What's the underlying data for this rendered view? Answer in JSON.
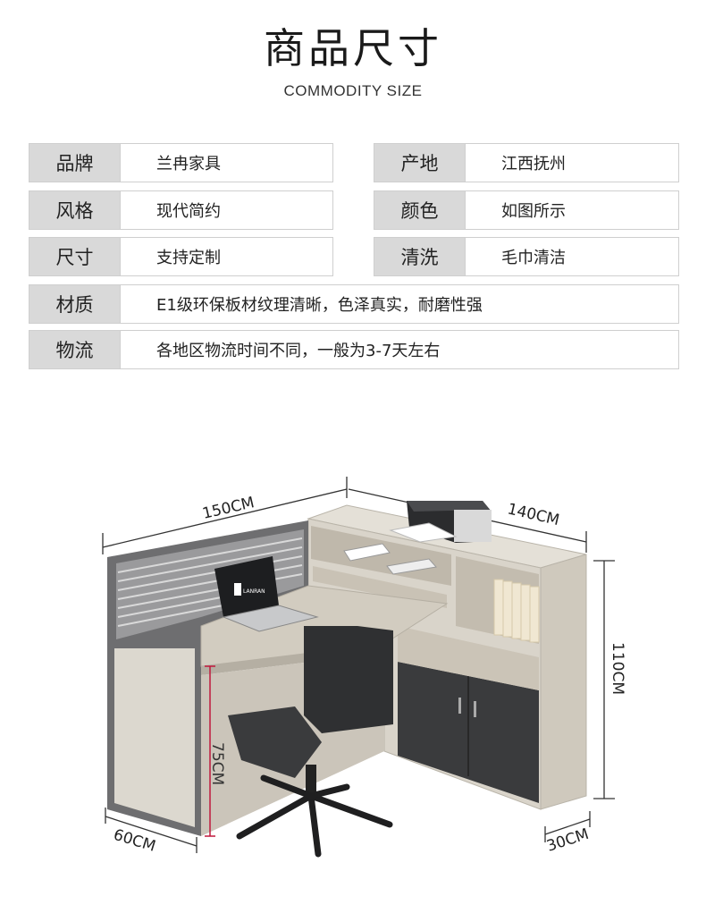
{
  "header": {
    "title": "商品尺寸",
    "subtitle": "COMMODITY SIZE"
  },
  "specs": {
    "brand": {
      "key": "品牌",
      "value": "兰冉家具"
    },
    "origin": {
      "key": "产地",
      "value": "江西抚州"
    },
    "style": {
      "key": "风格",
      "value": "现代简约"
    },
    "color": {
      "key": "颜色",
      "value": "如图所示"
    },
    "size": {
      "key": "尺寸",
      "value": "支持定制"
    },
    "cleaning": {
      "key": "清洗",
      "value": "毛巾清洁"
    },
    "material": {
      "key": "材质",
      "value": "E1级环保板材纹理清晰，色泽真实，耐磨性强"
    },
    "logistics": {
      "key": "物流",
      "value": "各地区物流时间不同，一般为3-7天左右"
    }
  },
  "product_image": {
    "laptop_brand": "LANRAN",
    "dimensions": {
      "width_top": "150CM",
      "depth_side": "140CM",
      "height_total": "110CM",
      "desk_height": "75CM",
      "depth_left": "60CM",
      "depth_right": "30CM"
    }
  },
  "colors": {
    "key_bg": "#d9d9d9",
    "border": "#cfcfcf",
    "wood": "#d8d3c8",
    "frame": "#6e6e70",
    "cabinet_dark": "#3a3b3d",
    "desk_height_line": "#c0183c"
  }
}
